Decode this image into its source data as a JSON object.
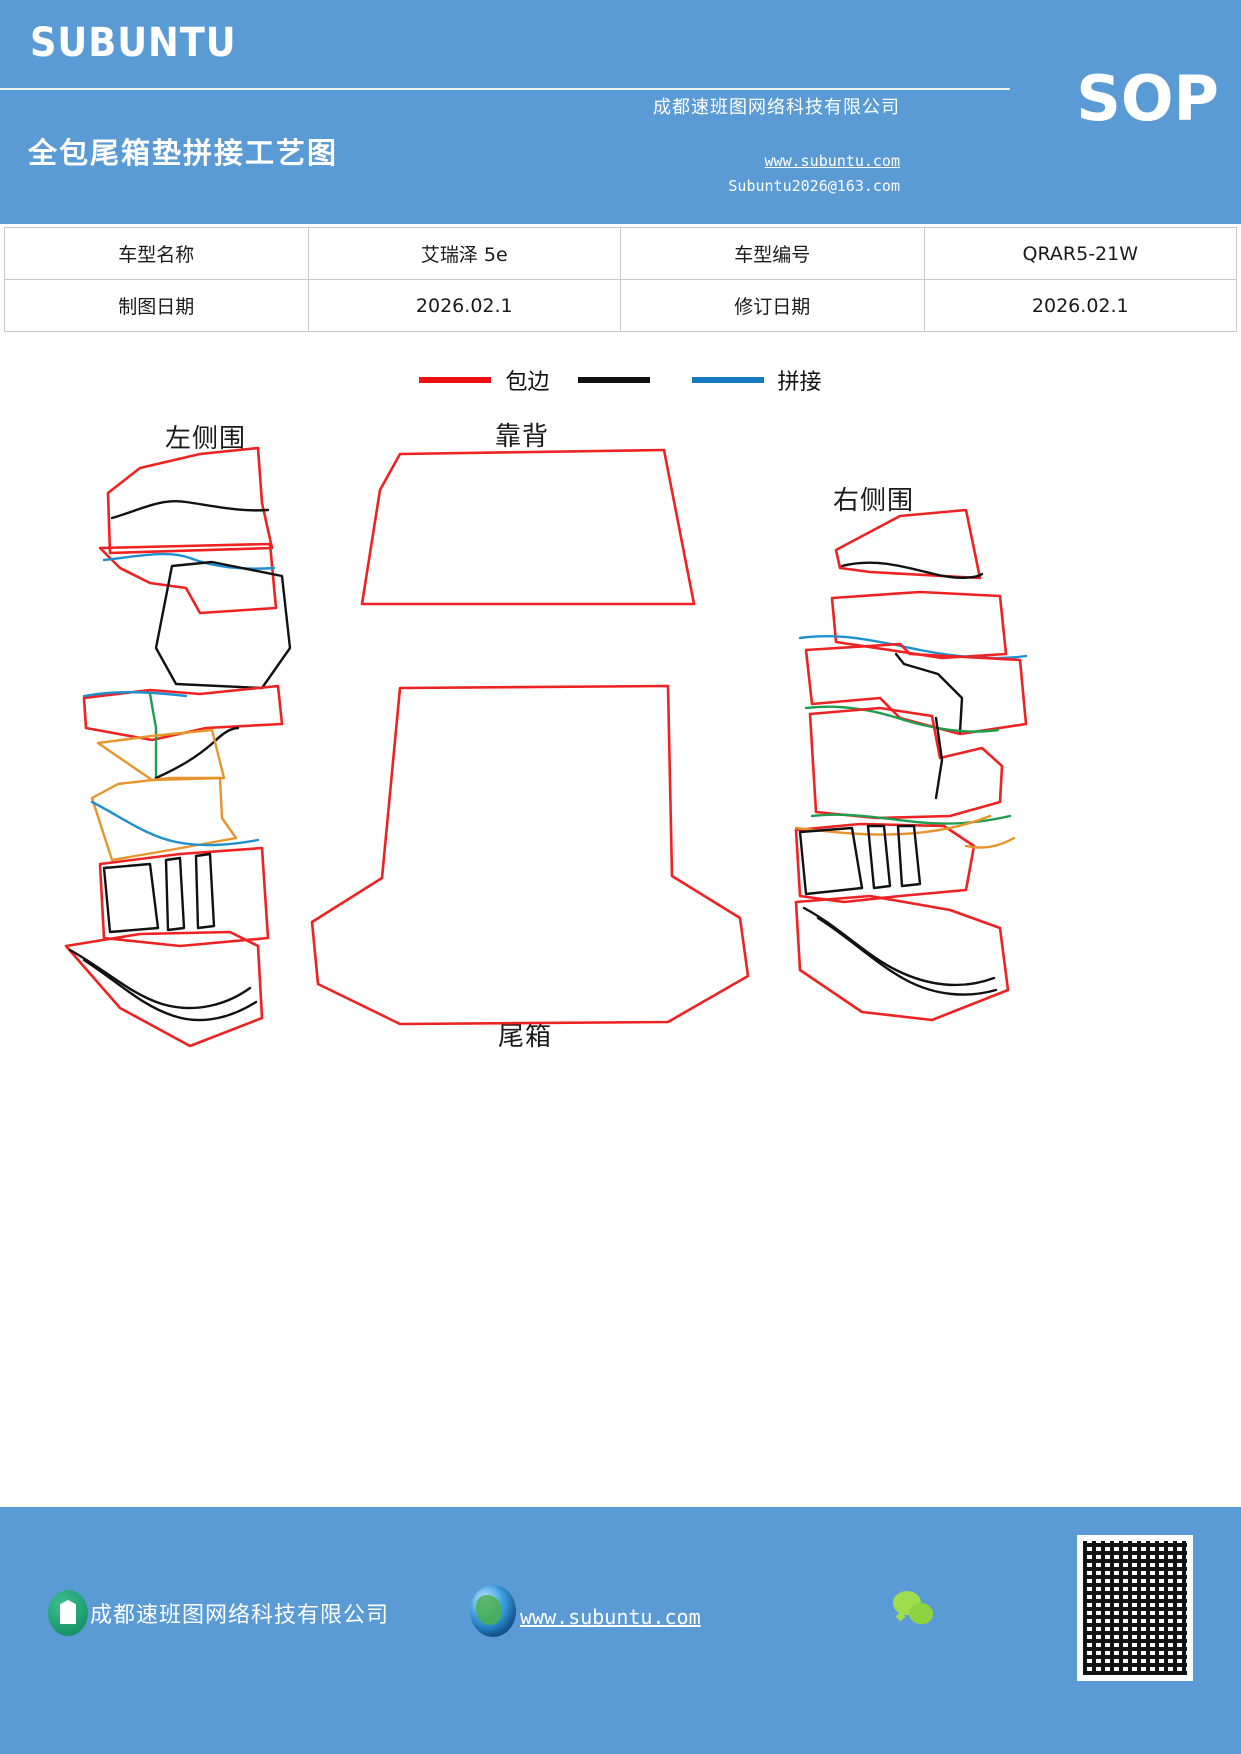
{
  "header": {
    "brand": "SUBUNTU",
    "doc_type": "SOP",
    "doc_title": "全包尾箱垫拼接工艺图",
    "company": "成都速班图网络科技有限公司",
    "website": "www.subuntu.com",
    "email": "Subuntu2026@163.com",
    "background_color": "#5b9bd5"
  },
  "spec_table": {
    "rows": [
      {
        "key1": "车型名称",
        "val1": "艾瑞泽 5e",
        "key2": "车型编号",
        "val2": "QRAR5-21W"
      },
      {
        "key1": "制图日期",
        "val1": "2026.02.1",
        "key2": "修订日期",
        "val2": "2026.02.1"
      }
    ]
  },
  "legend": {
    "items": [
      {
        "label": "包边",
        "color": "#ee1111",
        "swatch": "red-line-swatch"
      },
      {
        "label": "拼接",
        "color": "#111111",
        "swatch": "black-line-swatch"
      },
      {
        "label": "",
        "color": "#1878c0",
        "swatch": "blue-line-swatch"
      }
    ],
    "edging_label": "包边",
    "splice_label": "拼接"
  },
  "diagram": {
    "parts": [
      {
        "id": "left-side",
        "label": "左侧围"
      },
      {
        "id": "backrest",
        "label": "靠背"
      },
      {
        "id": "right-side",
        "label": "右侧围"
      },
      {
        "id": "trunk",
        "label": "尾箱"
      }
    ],
    "line_colors": {
      "edging": "#ee2222",
      "splice_black": "#111111",
      "splice_blue": "#1f8fd0",
      "splice_orange": "#e8942c",
      "splice_green": "#1f9d4f"
    }
  },
  "footer": {
    "company": "成都速班图网络科技有限公司",
    "website": "www.subuntu.com",
    "background_color": "#5b9bd5",
    "icons": {
      "company_logo": "building-icon",
      "globe": "globe-icon",
      "wechat": "wechat-icon",
      "qr": "qr-code"
    }
  }
}
